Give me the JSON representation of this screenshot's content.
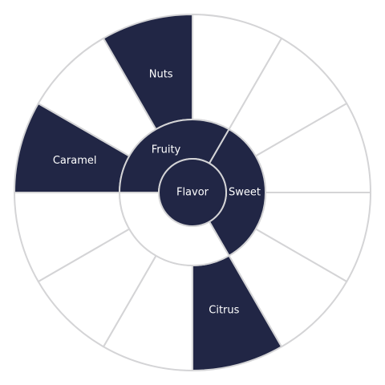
{
  "colors": {
    "highlight": "#212645",
    "empty": "#ffffff",
    "stroke": "#d4d4d6",
    "label": "#ffffff"
  },
  "diagram": {
    "center": {
      "label": "Flavor",
      "highlighted": true
    },
    "inner_ring": [
      {
        "key": "fruity",
        "label": "Fruity",
        "highlighted": true
      },
      {
        "key": "sweet",
        "label": "Sweet",
        "highlighted": true
      },
      {
        "key": "empty-1",
        "label": "",
        "highlighted": false
      }
    ],
    "outer_ring": [
      {
        "key": "caramel",
        "label": "Caramel",
        "highlighted": true
      },
      {
        "key": "empty-1",
        "label": "",
        "highlighted": false
      },
      {
        "key": "nuts",
        "label": "Nuts",
        "highlighted": true
      },
      {
        "key": "empty-2",
        "label": "",
        "highlighted": false
      },
      {
        "key": "empty-3",
        "label": "",
        "highlighted": false
      },
      {
        "key": "empty-4",
        "label": "",
        "highlighted": false
      },
      {
        "key": "empty-5",
        "label": "",
        "highlighted": false
      },
      {
        "key": "empty-6",
        "label": "",
        "highlighted": false
      },
      {
        "key": "citrus",
        "label": "Citrus",
        "highlighted": true
      },
      {
        "key": "empty-7",
        "label": "",
        "highlighted": false
      },
      {
        "key": "empty-8",
        "label": "",
        "highlighted": false
      },
      {
        "key": "empty-9",
        "label": "",
        "highlighted": false
      }
    ]
  }
}
